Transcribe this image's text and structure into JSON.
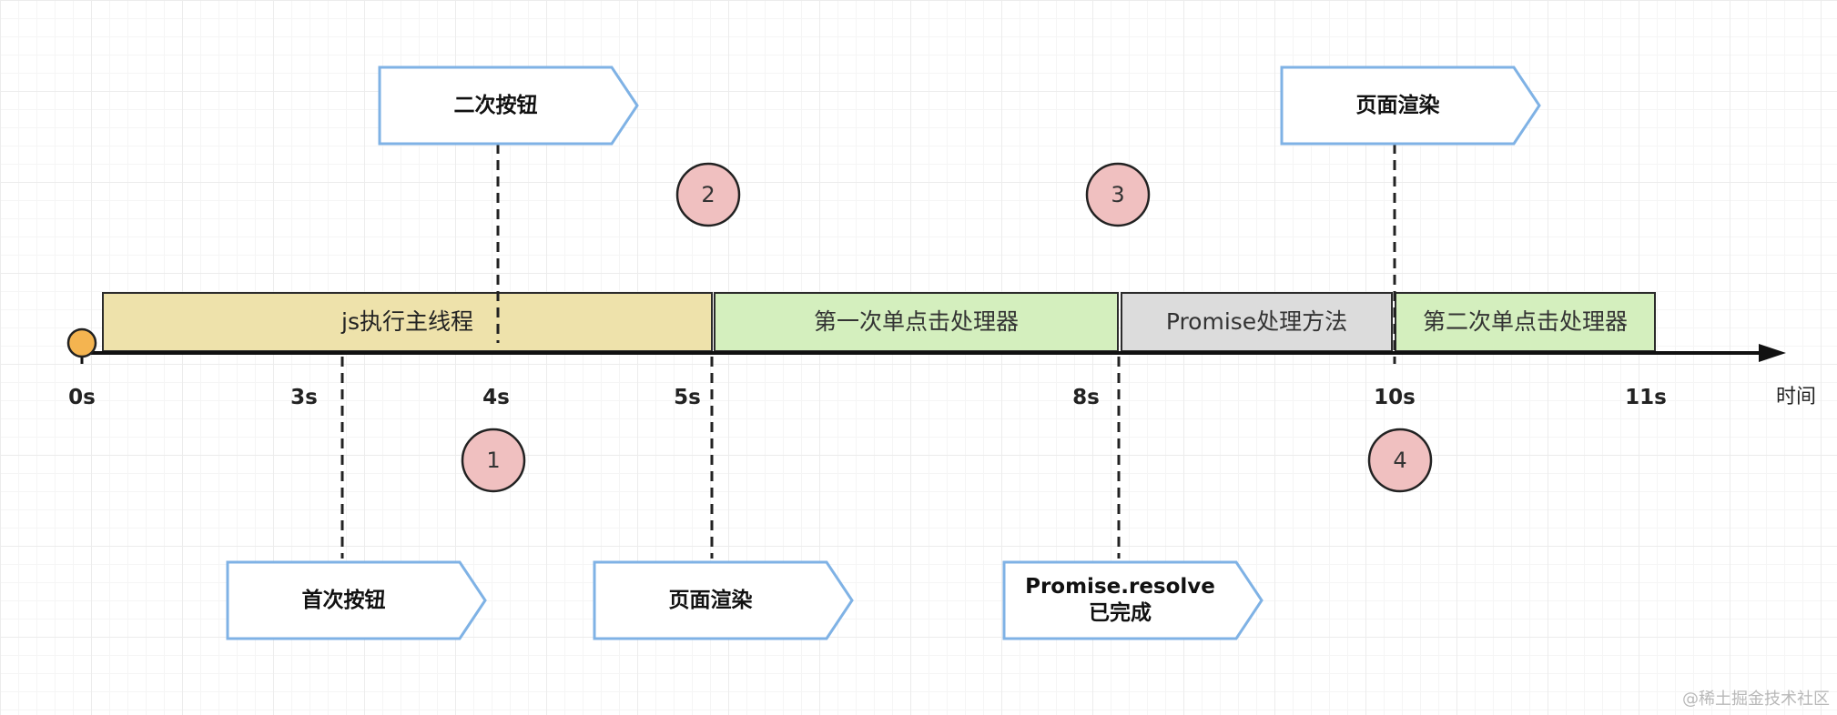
{
  "segments": [
    {
      "label": "js执行主线程",
      "color": "#eee2ab"
    },
    {
      "label": "第一次单点击处理器",
      "color": "#d4efbe"
    },
    {
      "label": "Promise处理方法",
      "color": "#dcdcdc"
    },
    {
      "label": "第二次单点击处理器",
      "color": "#d4efbe"
    }
  ],
  "axis": {
    "ticks": [
      "0s",
      "3s",
      "4s",
      "5s",
      "8s",
      "10s",
      "11s"
    ],
    "title": "时间"
  },
  "flags": [
    {
      "label": "二次按钮"
    },
    {
      "label": "页面渲染"
    },
    {
      "label": "首次按钮"
    },
    {
      "label": "页面渲染"
    },
    {
      "label": "Promise.resolve\n已完成"
    }
  ],
  "badges": [
    "1",
    "2",
    "3",
    "4"
  ],
  "watermark": "@稀土掘金技术社区",
  "colors": {
    "flag_border": "#7fb2e5",
    "badge_fill": "#f0c0c0",
    "start_marker": "#f4b450",
    "axis": "#111111"
  }
}
